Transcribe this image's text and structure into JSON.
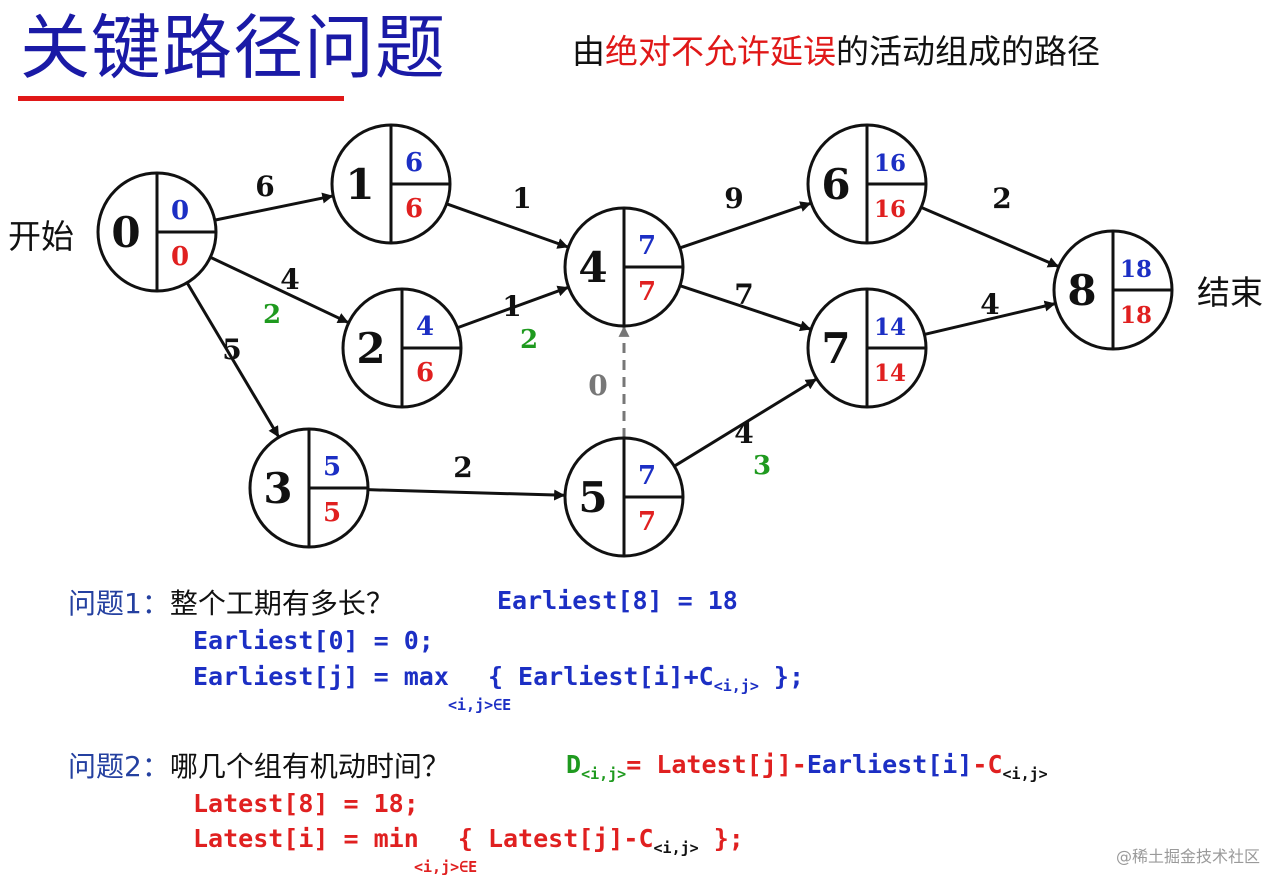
{
  "title": "关键路径问题",
  "subtitle": {
    "prefix": "由",
    "highlight": "绝对不允许延误",
    "suffix": "的活动组成的路径"
  },
  "start_label": "开始",
  "end_label": "结束",
  "nodes": [
    {
      "id": "0",
      "earliest": "0",
      "latest": "0"
    },
    {
      "id": "1",
      "earliest": "6",
      "latest": "6"
    },
    {
      "id": "2",
      "earliest": "4",
      "latest": "6"
    },
    {
      "id": "3",
      "earliest": "5",
      "latest": "5"
    },
    {
      "id": "4",
      "earliest": "7",
      "latest": "7"
    },
    {
      "id": "5",
      "earliest": "7",
      "latest": "7"
    },
    {
      "id": "6",
      "earliest": "16",
      "latest": "16"
    },
    {
      "id": "7",
      "earliest": "14",
      "latest": "14"
    },
    {
      "id": "8",
      "earliest": "18",
      "latest": "18"
    }
  ],
  "edges": [
    {
      "from": "0",
      "to": "1",
      "weight": "6",
      "slack": ""
    },
    {
      "from": "0",
      "to": "2",
      "weight": "4",
      "slack": "2"
    },
    {
      "from": "0",
      "to": "3",
      "weight": "5",
      "slack": ""
    },
    {
      "from": "1",
      "to": "4",
      "weight": "1",
      "slack": ""
    },
    {
      "from": "2",
      "to": "4",
      "weight": "1",
      "slack": "2"
    },
    {
      "from": "3",
      "to": "5",
      "weight": "2",
      "slack": ""
    },
    {
      "from": "5",
      "to": "4",
      "weight": "0",
      "slack": "",
      "dashed": true
    },
    {
      "from": "4",
      "to": "6",
      "weight": "9",
      "slack": ""
    },
    {
      "from": "4",
      "to": "7",
      "weight": "7",
      "slack": ""
    },
    {
      "from": "5",
      "to": "7",
      "weight": "4",
      "slack": "3"
    },
    {
      "from": "6",
      "to": "8",
      "weight": "2",
      "slack": ""
    },
    {
      "from": "7",
      "to": "8",
      "weight": "4",
      "slack": ""
    }
  ],
  "q1": {
    "label": "问题1：",
    "question": "整个工期有多长？",
    "answer": "Earliest[8] = 18",
    "line1": "Earliest[0] = 0;",
    "line2_main": "Earliest[j] = max",
    "line2_rest_a": "{ Earliest[i]+C",
    "line2_sub": "<i,j>",
    "line2_rest_b": " };",
    "line2_under": "<i,j>∈E"
  },
  "q2": {
    "label": "问题2：",
    "question": "哪几个组有机动时间？",
    "formula_d": "D",
    "formula_d_sub": "<i,j>",
    "formula_eq": "= Latest[j]-",
    "formula_earliest": "Earliest[i]",
    "formula_minus": "-C",
    "formula_c_sub": "<i,j>",
    "line1": "Latest[8] = 18;",
    "line2_main": "Latest[i] = min",
    "line2_rest_a": "{ Latest[j]-C",
    "line2_sub": "<i,j>",
    "line2_rest_b": " };",
    "line2_under": "<i,j>∈E"
  },
  "watermark": "@稀土掘金技术社区",
  "colors": {
    "title": "#1a1aa6",
    "underline": "#e01818",
    "earliest": "#1c2fc4",
    "latest": "#e02020",
    "slack": "#1f9a1f",
    "dashed_edge": "#777777"
  }
}
